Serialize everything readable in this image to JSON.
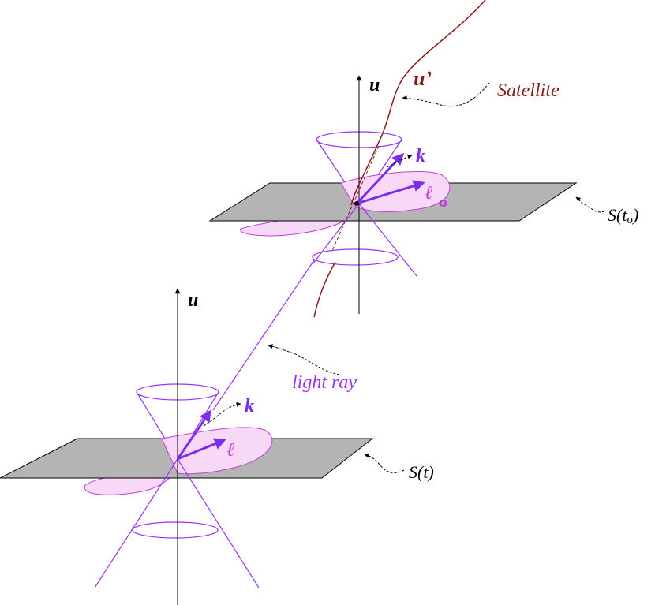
{
  "labels": {
    "u_top": "u",
    "u_prime": "u’",
    "satellite": "Satellite",
    "k_top": "k",
    "l_top": "ℓ",
    "l_top_sub": "o",
    "s_t0_main": "S(t",
    "s_t0_sub": "o",
    "s_t0_close": ")",
    "u_bottom": "u",
    "light_ray": "light ray",
    "k_bottom": "k",
    "l_bottom": "ℓ",
    "s_t": "S(t)"
  },
  "colors": {
    "plane": "#b4b4b4",
    "cone": "#9b30ff",
    "vector": "#7b2cf0",
    "ellipse_fill": "#f7d9f7",
    "ellipse_stroke": "#c03fd8",
    "satellite": "#8b1a1a",
    "axis": "#000000",
    "label": "#000000"
  }
}
